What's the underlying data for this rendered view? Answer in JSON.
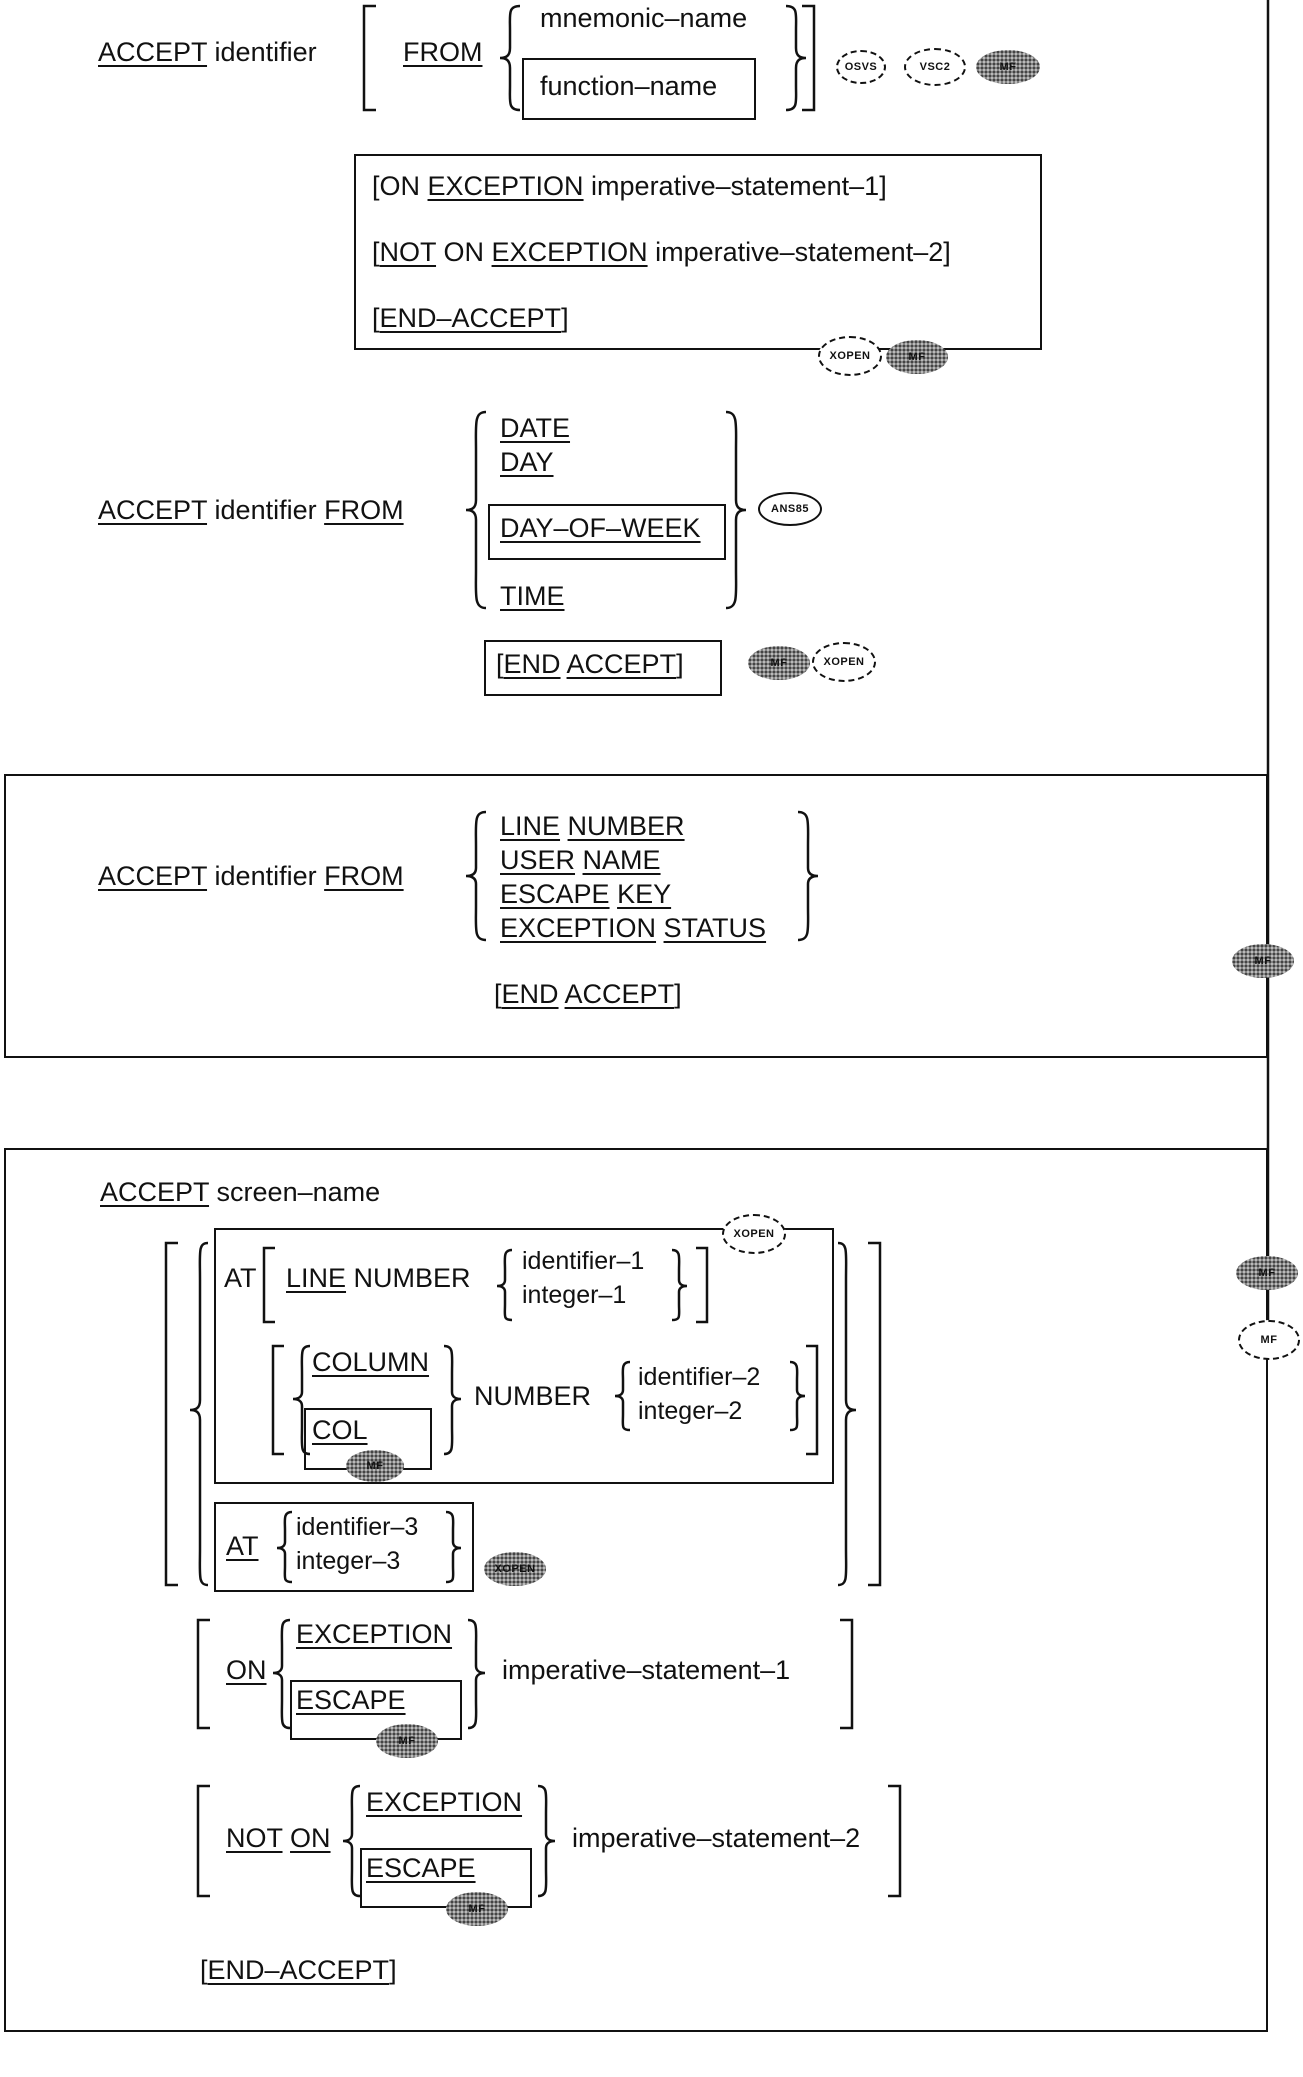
{
  "diagram1": {
    "accept": "ACCEPT",
    "identifier": "identifier",
    "from": "FROM",
    "mnemonic_name": "mnemonic–name",
    "function_name": "function–name",
    "badges": [
      "OSVS",
      "VSC2",
      "MF"
    ],
    "exception_lines": {
      "l1_a": "[ON ",
      "l1_b": "EXCEPTION",
      "l1_c": " imperative–statement–1]",
      "l2_a": "[",
      "l2_b": "NOT",
      "l2_c": " ON ",
      "l2_d": "EXCEPTION",
      "l2_e": " imperative–statement–2]",
      "l3_a": "[",
      "l3_b": "END–ACCEPT",
      "l3_c": "]"
    },
    "badges2": [
      "XOPEN",
      "MF"
    ]
  },
  "diagram2": {
    "accept": "ACCEPT",
    "identifier": "identifier",
    "from": "FROM",
    "options": [
      "DATE",
      "DAY",
      "DAY–OF–WEEK",
      "TIME"
    ],
    "badge": "ANS85",
    "end_a": "[",
    "end_b": "END",
    "end_c": "ACCEPT",
    "end_d": "]",
    "badges2": [
      "MF",
      "XOPEN"
    ]
  },
  "diagram3": {
    "accept": "ACCEPT",
    "identifier": "identifier",
    "from": "FROM",
    "opt1_a": "LINE",
    "opt1_b": "NUMBER",
    "opt2_a": "USER",
    "opt2_b": "NAME",
    "opt3_a": "ESCAPE",
    "opt3_b": "KEY",
    "opt4_a": "EXCEPTION",
    "opt4_b": "STATUS",
    "end_a": "[",
    "end_b": "END",
    "end_c": "ACCEPT",
    "end_d": "]",
    "badge": "MF"
  },
  "diagram4": {
    "accept": "ACCEPT",
    "screen_name": "screen–name",
    "at": "AT",
    "line": "LINE",
    "number": "NUMBER",
    "identifier_1": "identifier–1",
    "integer_1": "integer–1",
    "column": "COLUMN",
    "col": "COL",
    "identifier_2": "identifier–2",
    "integer_2": "integer–2",
    "at2": "AT",
    "identifier_3": "identifier–3",
    "integer_3": "integer–3",
    "on": "ON",
    "exception": "EXCEPTION",
    "escape": "ESCAPE",
    "imperative_1": "imperative–statement–1",
    "not": "NOT",
    "on2": "ON",
    "exception2": "EXCEPTION",
    "escape2": "ESCAPE",
    "imperative_2": "imperative–statement–2",
    "end_a": "[",
    "end_b": "END–ACCEPT",
    "end_c": "]",
    "badges": [
      "XOPEN",
      "MF",
      "XOPEN",
      "MF",
      "MF",
      "MF",
      "MF"
    ]
  }
}
